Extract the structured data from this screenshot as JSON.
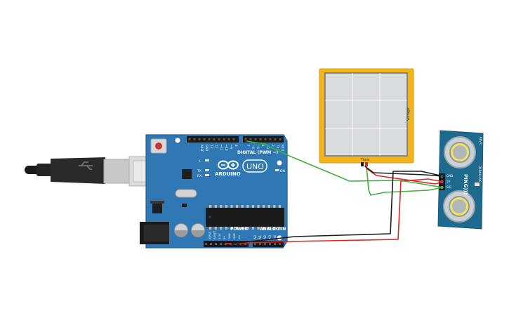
{
  "colors": {
    "board": "#2f78b4",
    "board_edge": "#1f5f96",
    "header_strip": "#1a1a1a",
    "scope_frame": "#f3b41b",
    "scope_screen": "#d9dcde",
    "sensor_board": "#1e6a8e",
    "wire_green": "#3bb33b",
    "wire_red": "#e02424",
    "wire_black": "#1c1c1c",
    "usb_body": "#2a2a2a",
    "usb_metal": "#c8c8c8"
  },
  "board": {
    "brand": "ARDUINO",
    "model": "UNO",
    "digital_label": "DIGITAL (PWM ~)",
    "power_label": "POWER",
    "analog_label": "ANALOG IN",
    "on_label": "ON",
    "led_l": "L",
    "led_tx": "TX",
    "led_rx": "RX",
    "digital_pins": [
      "AREF",
      "GND",
      "13",
      "12",
      "~11",
      "~10",
      "~9",
      "8",
      "7",
      "~6",
      "~5",
      "4",
      "~3",
      "2",
      "TX 1",
      "RX 0"
    ],
    "power_pins": [
      "IOREF",
      "RESET",
      "3.3V",
      "5V",
      "GND",
      "GND",
      "Vin"
    ],
    "analog_pins": [
      "A0",
      "A1",
      "A2",
      "A3",
      "A4",
      "A5"
    ]
  },
  "oscilloscope": {
    "x_label": "Time",
    "y_label": "Voltage"
  },
  "sensor": {
    "brand": "PING)))",
    "side_text": "PARALLAX",
    "pins": [
      "GND",
      "5V",
      "SIG"
    ],
    "rev": "REV C"
  }
}
